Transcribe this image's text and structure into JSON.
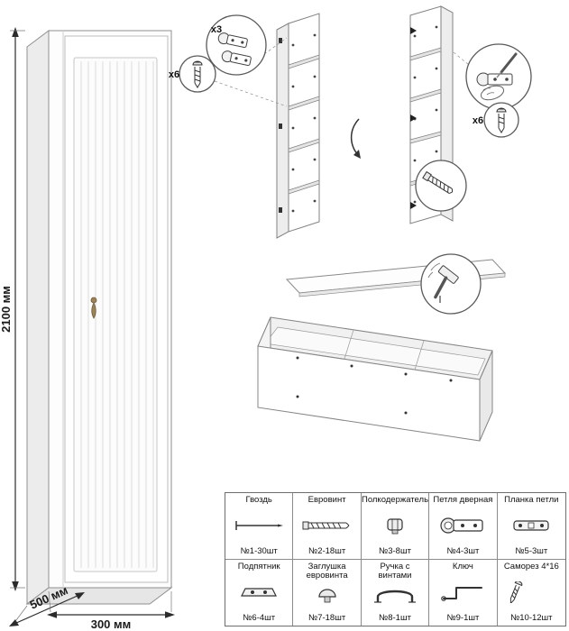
{
  "dimensions": {
    "height": "2100 мм",
    "depth": "500 мм",
    "width": "300 мм"
  },
  "callouts": {
    "hinges": "x3",
    "screws_top": "x6",
    "screws_right": "x6"
  },
  "parts": {
    "r0": [
      {
        "name": "Гвоздь",
        "count": "№1-30шт"
      },
      {
        "name": "Евровинт",
        "count": "№2-18шт"
      },
      {
        "name": "Полкодержатель",
        "count": "№3-8шт"
      },
      {
        "name": "Петля дверная",
        "count": "№4-3шт"
      },
      {
        "name": "Планка петли",
        "count": "№5-3шт"
      }
    ],
    "r1": [
      {
        "name": "Подпятник",
        "count": "№6-4шт"
      },
      {
        "name": "Заглушка евровинта",
        "count": "№7-18шт"
      },
      {
        "name": "Ручка с винтами",
        "count": "№8-1шт"
      },
      {
        "name": "Ключ",
        "count": "№9-1шт"
      },
      {
        "name": "Саморез 4*16",
        "count": "№10-12шт"
      }
    ]
  }
}
